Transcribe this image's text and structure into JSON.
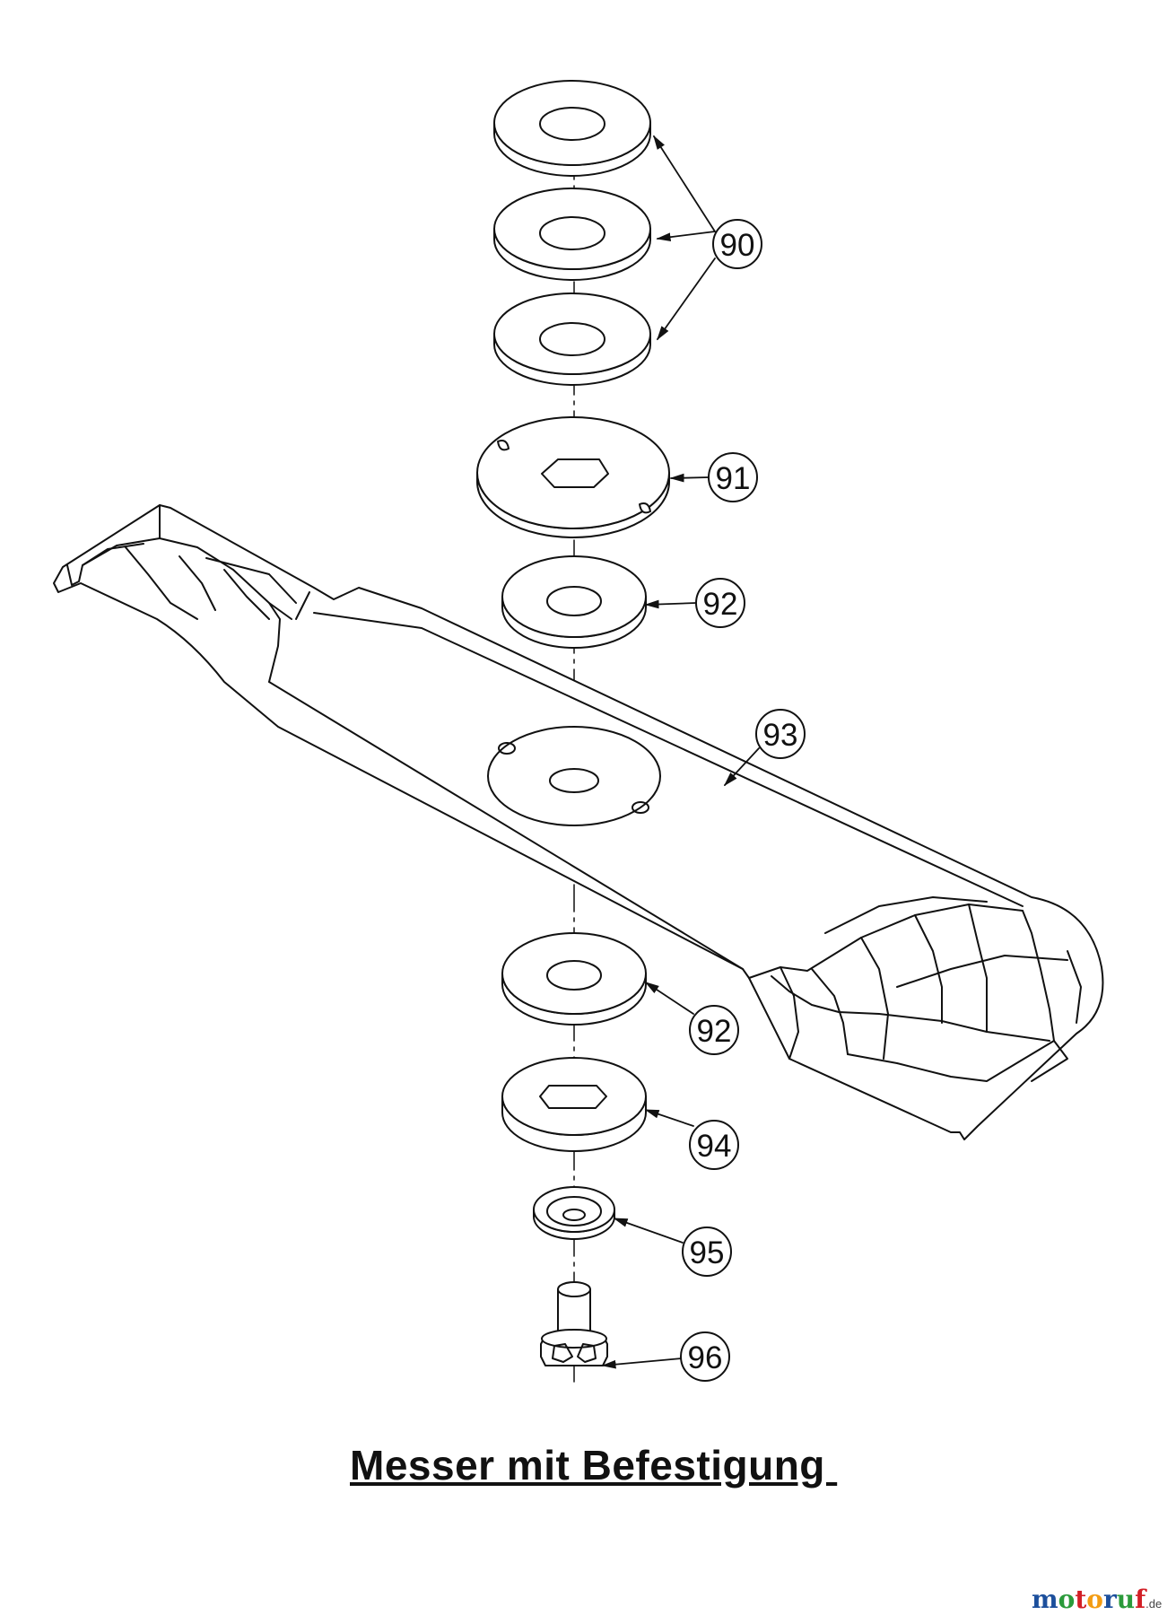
{
  "callouts": {
    "c90": "90",
    "c91": "91",
    "c92a": "92",
    "c93": "93",
    "c92b": "92",
    "c94": "94",
    "c95": "95",
    "c96": "96"
  },
  "title": "Messer mit Befestigung ",
  "watermark": {
    "letters": [
      "m",
      "o",
      "t",
      "o",
      "r",
      "u",
      "f"
    ],
    "colors": [
      "#1c4f9c",
      "#2a9a3a",
      "#d21f26",
      "#f39c12",
      "#1c4f9c",
      "#2a9a3a",
      "#d21f26"
    ],
    "suffix": ".de"
  }
}
